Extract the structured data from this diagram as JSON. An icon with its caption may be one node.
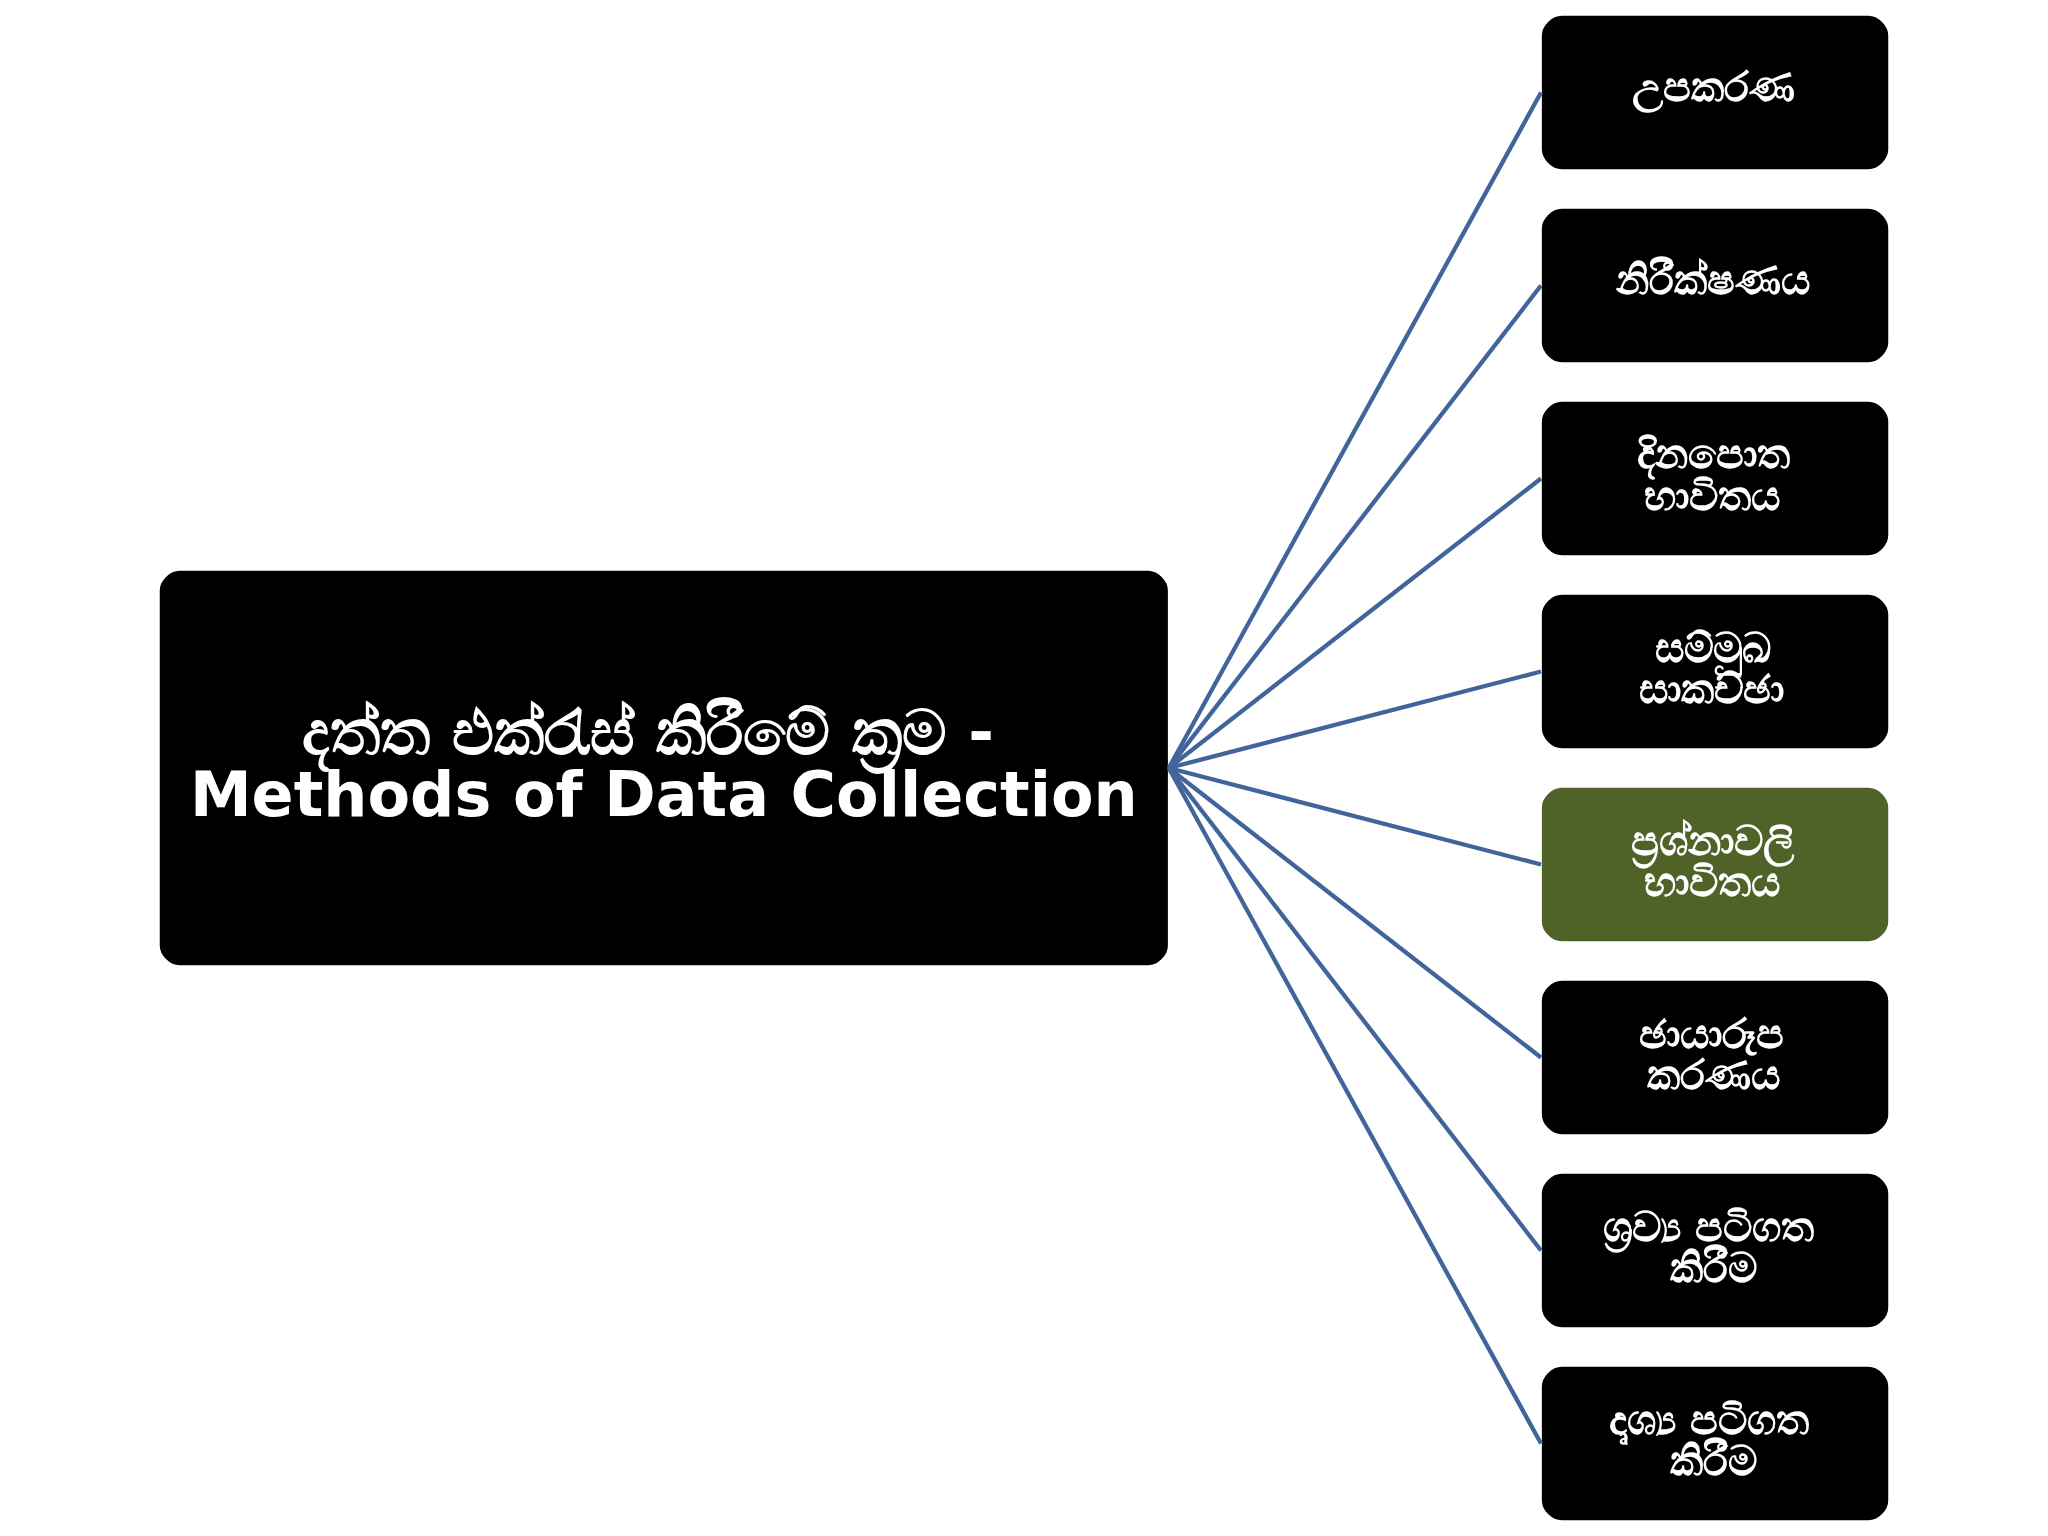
{
  "diagram": {
    "nodes": [
      {
        "text": [
          "දත්ත එක්රැස් කිරීමේ ක්‍රම - Methods of Data Collection"
        ]
      },
      {
        "text": [
          "උපකරණ"
        ]
      },
      {
        "text": [
          "නිරීක්ෂණය"
        ]
      },
      {
        "text": [
          "දිනපොත භාවිතය"
        ]
      },
      {
        "text": [
          "සම්මුඛ සාකච්ඡා"
        ]
      },
      {
        "text": [
          "ප්‍රශ්නාවලි භාවිතය"
        ]
      },
      {
        "text": [
          "ඡායාරූප කරණය"
        ]
      },
      {
        "text": [
          "ශ්‍රව්‍ය පටිගත කිරීම"
        ]
      },
      {
        "text": [
          "දෘශ්‍ය පටිගත කිරීම"
        ]
      }
    ],
    "edges": [
      {
        "from": 0,
        "to": 1,
        "arrow": "none"
      },
      {
        "from": 0,
        "to": 2,
        "arrow": "none"
      },
      {
        "from": 0,
        "to": 3,
        "arrow": "none"
      },
      {
        "from": 0,
        "to": 4,
        "arrow": "none"
      },
      {
        "from": 0,
        "to": 5,
        "arrow": "none"
      },
      {
        "from": 0,
        "to": 6,
        "arrow": "none"
      },
      {
        "from": 0,
        "to": 7,
        "arrow": "none"
      },
      {
        "from": 0,
        "to": 8,
        "arrow": "none"
      }
    ]
  }
}
